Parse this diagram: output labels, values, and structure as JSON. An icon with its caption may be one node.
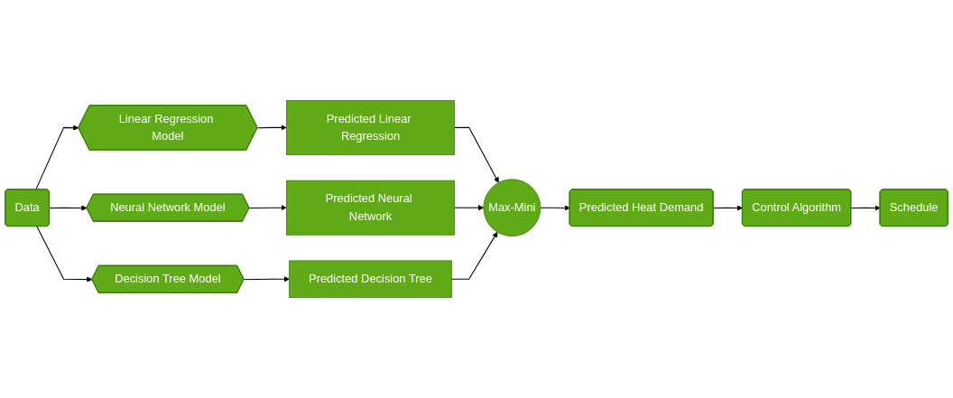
{
  "diagram": {
    "nodes": [
      {
        "text": [
          "Data"
        ]
      },
      {
        "text": [
          "Linear Regression Model"
        ]
      },
      {
        "text": [
          "Neural Network Model"
        ]
      },
      {
        "text": [
          "Decision Tree Model"
        ]
      },
      {
        "text": [
          "Predicted Linear Regression"
        ]
      },
      {
        "text": [
          "Predicted Neural Network"
        ]
      },
      {
        "text": [
          "Predicted Decision Tree"
        ]
      },
      {
        "text": [
          "Max-Mini"
        ]
      },
      {
        "text": [
          "Predicted Heat Demand"
        ]
      },
      {
        "text": [
          "Control Algorithm"
        ]
      },
      {
        "text": [
          "Schedule"
        ]
      }
    ],
    "edges": [
      {
        "from": 0,
        "to": 1,
        "arrow": "to"
      },
      {
        "from": 0,
        "to": 2,
        "arrow": "to"
      },
      {
        "from": 0,
        "to": 3,
        "arrow": "to"
      },
      {
        "from": 1,
        "to": 4,
        "arrow": "to"
      },
      {
        "from": 2,
        "to": 5,
        "arrow": "to"
      },
      {
        "from": 3,
        "to": 6,
        "arrow": "to"
      },
      {
        "from": 4,
        "to": 7,
        "arrow": "to"
      },
      {
        "from": 5,
        "to": 7,
        "arrow": "to"
      },
      {
        "from": 6,
        "to": 7,
        "arrow": "to"
      },
      {
        "from": 7,
        "to": 8,
        "arrow": "to"
      },
      {
        "from": 8,
        "to": 9,
        "arrow": "to"
      },
      {
        "from": 9,
        "to": 10,
        "arrow": "to"
      }
    ]
  }
}
